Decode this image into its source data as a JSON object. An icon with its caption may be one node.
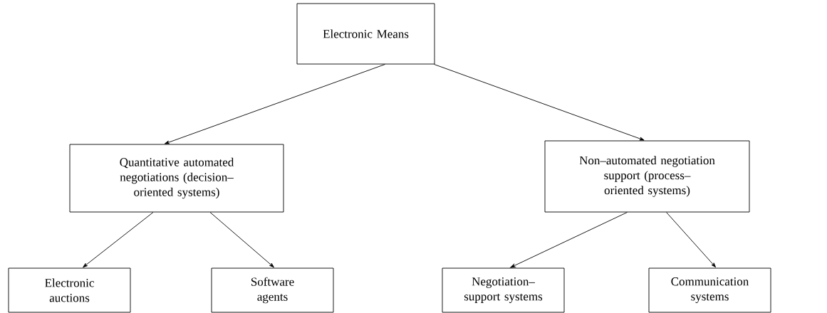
{
  "diagram": {
    "nodes": [
      {
        "text": [
          "Electronic Means"
        ]
      },
      {
        "text": [
          "Quantitative automated negotiations (decision–oriented systems)"
        ]
      },
      {
        "text": [
          "Non–automated negotiation support (process–oriented systems)"
        ]
      },
      {
        "text": [
          "Electronic auctions"
        ]
      },
      {
        "text": [
          "Software agents"
        ]
      },
      {
        "text": [
          "Negotiation–support systems"
        ]
      },
      {
        "text": [
          "Communication systems"
        ]
      }
    ],
    "edges": [
      {
        "from": 0,
        "to": 1,
        "arrow": "to"
      },
      {
        "from": 0,
        "to": 2,
        "arrow": "to"
      },
      {
        "from": 1,
        "to": 3,
        "arrow": "to"
      },
      {
        "from": 1,
        "to": 4,
        "arrow": "to"
      },
      {
        "from": 2,
        "to": 5,
        "arrow": "to"
      },
      {
        "from": 2,
        "to": 6,
        "arrow": "to"
      }
    ]
  }
}
